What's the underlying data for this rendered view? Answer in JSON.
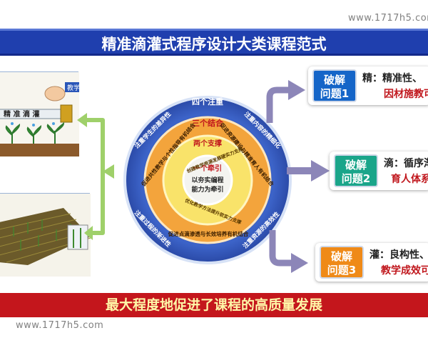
{
  "watermark": "www.1717h5.com",
  "title": "精准滴灌式程序设计大类课程范式",
  "footer": "最大程度地促进了课程的高质量发展",
  "left_panel": {
    "pipe_label": "精 准 滴 灌",
    "hand_label": "教学"
  },
  "rings": {
    "outer": {
      "title": "四个注重",
      "items": [
        "注重内容的精细化",
        "注重资源的高效性",
        "注重过程的渐进性",
        "注重学生的差异性"
      ]
    },
    "third": {
      "title": "三个结合",
      "items": [
        "促进资源建设与精准育人有机结合",
        "促进点滴渗透与长效培养有机结合",
        "促进共性教学与个性指导有机结合"
      ]
    },
    "second": {
      "title": "两个支撑",
      "items": [
        "创建教学资源发展硬实力支撑",
        "优化教学方法提升软实力支撑"
      ]
    },
    "inner": {
      "title": "一个牵引",
      "items": [
        "以夯实编程",
        "能力为牵引"
      ]
    }
  },
  "problems": [
    {
      "badge_line1": "破解",
      "badge_line2": "问题1",
      "color": "#1565c8",
      "text1": "精：精准性、",
      "text2": "因材施教可"
    },
    {
      "badge_line1": "破解",
      "badge_line2": "问题2",
      "color": "#1aa58a",
      "text1": "滴：循序渐",
      "text2": "育人体系"
    },
    {
      "badge_line1": "破解",
      "badge_line2": "问题3",
      "color": "#ef8a18",
      "text1": "灌：良构性、",
      "text2": "教学成效可"
    }
  ]
}
